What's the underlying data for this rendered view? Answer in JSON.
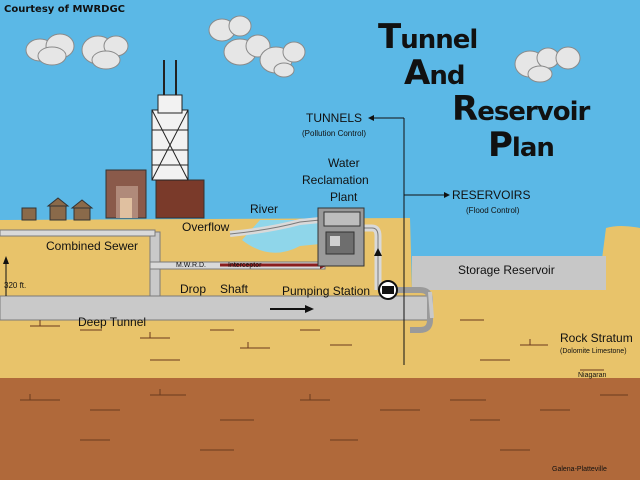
{
  "courtesy": "Courtesy of MWRDGC",
  "title": {
    "line1": {
      "cap": "T",
      "rest": "unnel"
    },
    "line2": {
      "cap": "A",
      "rest": "nd"
    },
    "line3": {
      "cap": "R",
      "rest": "eservoir"
    },
    "line4": {
      "cap": "P",
      "rest": "lan"
    }
  },
  "labels": {
    "tunnels": "TUNNELS",
    "tunnels_sub": "(Pollution Control)",
    "water": "Water",
    "reclamation": "Reclamation",
    "plant": "Plant",
    "reservoirs": "RESERVOIRS",
    "reservoirs_sub": "(Flood Control)",
    "river": "River",
    "overflow": "Overflow",
    "combined_sewer": "Combined Sewer",
    "mwrd": "M.W.R.D.",
    "interceptor": "Interceptor",
    "drop": "Drop",
    "shaft": "Shaft",
    "pumping_station": "Pumping Station",
    "storage_reservoir": "Storage Reservoir",
    "depth": "320 ft.",
    "deep_tunnel": "Deep Tunnel",
    "rock_stratum": "Rock Stratum",
    "rock_stratum_sub": "(Dolomite Limestone)",
    "niagaran": "Niagaran",
    "galena": "Galena-Platteville"
  },
  "colors": {
    "sky": "#5bb8e6",
    "ground": "#e8c36a",
    "lower_rock": "#b0693a",
    "pipe": "#c9c9c9",
    "brick": "#6a3a1e",
    "water": "#8fd6ea"
  }
}
